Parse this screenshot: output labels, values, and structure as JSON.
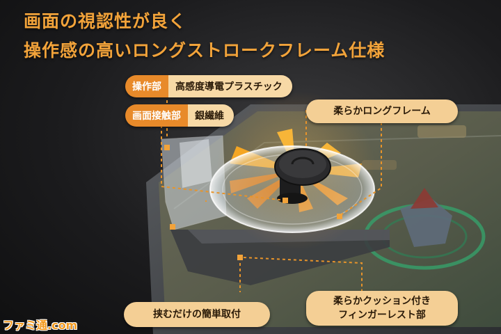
{
  "headline": {
    "line1": "画面の視認性が良く",
    "line2": "操作感の高いロングストロークフレーム仕様"
  },
  "labels": {
    "operation": {
      "key": "操作部",
      "value": "高感度導電プラスチック"
    },
    "contact": {
      "key": "画面接触部",
      "value": "銀繊維"
    },
    "frame": "柔らかロングフレーム",
    "mount": "挟むだけの簡単取付",
    "rest_line1": "柔らかクッション付き",
    "rest_line2": "フィンガーレスト部"
  },
  "watermark": "ファミ通.com",
  "colors": {
    "accent": "#f2a33a",
    "tag_key": "#e88a2a",
    "tag_value": "#f7d9a6",
    "pill": "#f4cf95",
    "background": "#1c1c1e"
  }
}
